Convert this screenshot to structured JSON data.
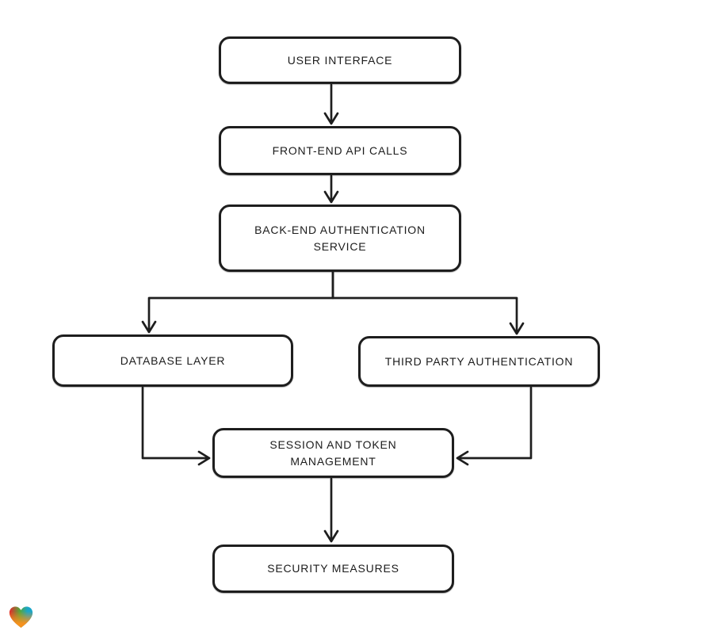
{
  "diagram": {
    "nodes": [
      {
        "id": "user-interface",
        "lines": [
          "USER INTERFACE"
        ]
      },
      {
        "id": "front-end-api-calls",
        "lines": [
          "FRONT-END API CALLS"
        ]
      },
      {
        "id": "back-end-authentication-service",
        "lines": [
          "BACK-END AUTHENTICATION",
          "SERVICE"
        ]
      },
      {
        "id": "database-layer",
        "lines": [
          "DATABASE LAYER"
        ]
      },
      {
        "id": "third-party-authentication",
        "lines": [
          "THIRD PARTY AUTHENTICATION"
        ]
      },
      {
        "id": "session-and-token-management",
        "lines": [
          "SESSION AND TOKEN",
          "MANAGEMENT"
        ]
      },
      {
        "id": "security-measures",
        "lines": [
          "SECURITY MEASURES"
        ]
      }
    ],
    "edges": [
      {
        "from": "user-interface",
        "to": "front-end-api-calls"
      },
      {
        "from": "front-end-api-calls",
        "to": "back-end-authentication-service"
      },
      {
        "from": "back-end-authentication-service",
        "to": "database-layer"
      },
      {
        "from": "back-end-authentication-service",
        "to": "third-party-authentication"
      },
      {
        "from": "database-layer",
        "to": "session-and-token-management"
      },
      {
        "from": "third-party-authentication",
        "to": "session-and-token-management"
      },
      {
        "from": "session-and-token-management",
        "to": "security-measures"
      }
    ],
    "style": {
      "stroke_color": "#1e1e1e",
      "node_fill": "#ffffff",
      "background": "#ffffff"
    },
    "watermark": {
      "icon": "heart-gradient-icon",
      "colors": [
        "#e8262c",
        "#55a63a",
        "#1aa6c9",
        "#f6921e"
      ]
    }
  }
}
